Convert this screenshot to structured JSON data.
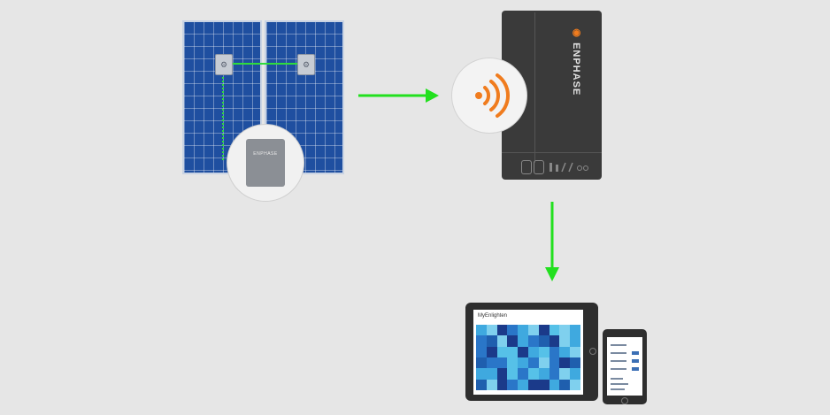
{
  "panels": {
    "microinverter_brand": "ENPHASE"
  },
  "envoy": {
    "brand": "ENPHASE"
  },
  "tablet": {
    "title": "MyEnlighten"
  },
  "colors": {
    "arrow": "#22e01e",
    "wifi": "#f07c1e",
    "panel": "#1f4fa0",
    "device": "#3a3a3a"
  },
  "icons": [
    "wifi-icon",
    "arrow-right-icon",
    "arrow-down-icon"
  ]
}
